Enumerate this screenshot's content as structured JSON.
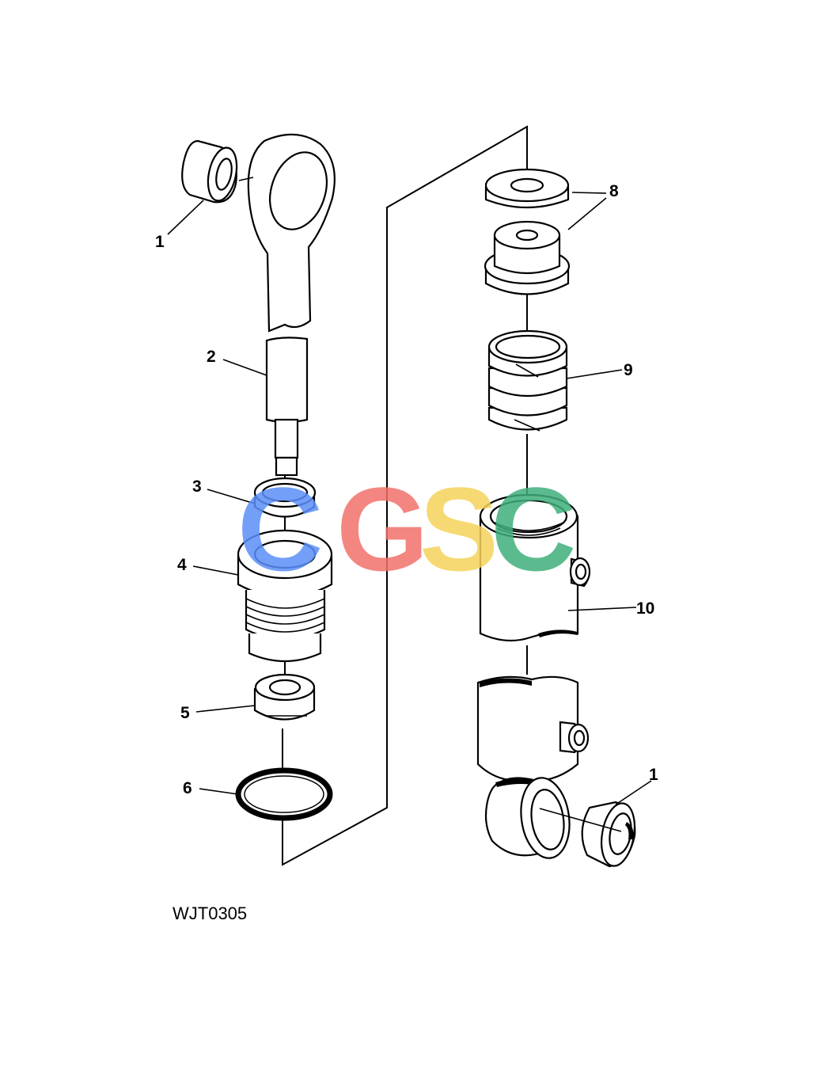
{
  "figure_id": "WJT0305",
  "watermark": {
    "letters": [
      "C",
      "G",
      "S",
      "C"
    ],
    "colors": [
      "#5b8ff9",
      "#f2726b",
      "#f6d35b",
      "#3fb07c"
    ]
  },
  "callouts": [
    "1",
    "2",
    "3",
    "4",
    "5",
    "6",
    "8",
    "9",
    "10",
    "1"
  ]
}
